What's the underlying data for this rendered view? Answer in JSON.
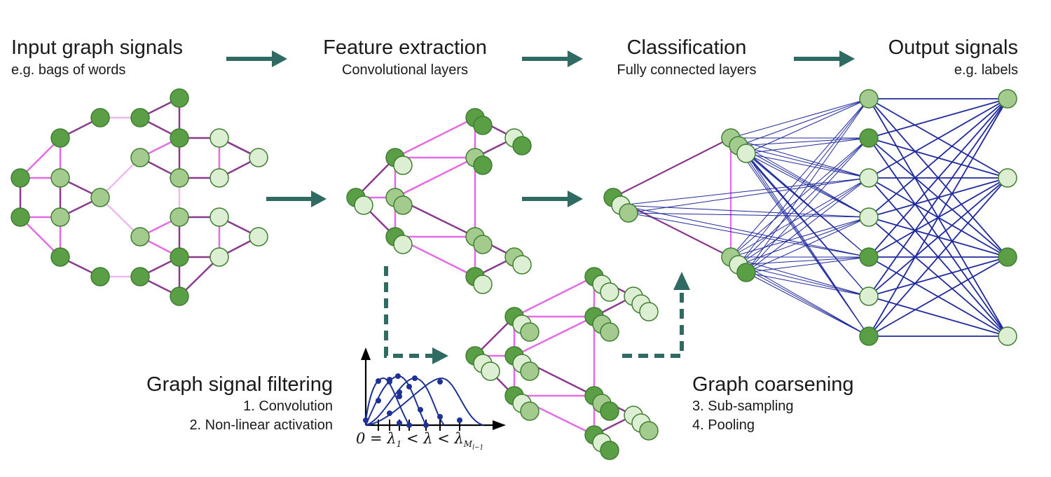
{
  "labels": {
    "input_title": "Input graph signals",
    "input_sub": "e.g. bags of words",
    "feature_title": "Feature extraction",
    "feature_sub": "Convolutional layers",
    "class_title": "Classification",
    "class_sub": "Fully connected layers",
    "output_title": "Output signals",
    "output_sub": "e.g. labels",
    "filter_title": "Graph signal filtering",
    "filter_step1": "1. Convolution",
    "filter_step2": "2. Non-linear activation",
    "coarse_title": "Graph coarsening",
    "coarse_step3": "3. Sub-sampling",
    "coarse_step4": "4. Pooling",
    "axis_left": "0 = λ",
    "axis_sub1": "1",
    "axis_mid": " < λ < λ",
    "axis_sub2": "M",
    "axis_sub3": "l−1"
  },
  "colors": {
    "node_dark": "#5a9e45",
    "node_mid": "#a3cb8e",
    "node_light": "#dcefd2",
    "node_stroke": "#3f7e30",
    "edge_magenta": "#e56ae5",
    "edge_purple": "#8a3a8e",
    "edge_pale": "#f0b8f0",
    "fc_blue": "#1f2a9c",
    "arrow": "#2f6b63",
    "filter_blue": "#1e3296"
  }
}
